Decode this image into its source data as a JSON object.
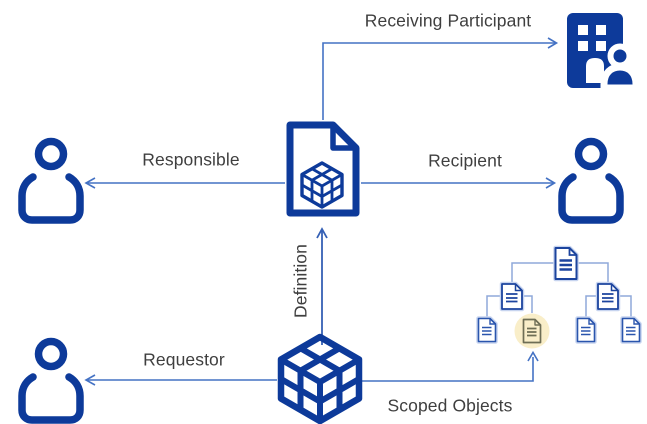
{
  "labels": {
    "receiving_participant": "Receiving Participant",
    "responsible": "Responsible",
    "recipient": "Recipient",
    "definition": "Definition",
    "requestor": "Requestor",
    "scoped_objects": "Scoped Objects"
  },
  "nodes": {
    "definition_document": {
      "icon": "document-cube-icon",
      "description": "document with 3D cube"
    },
    "scope_cube": {
      "icon": "cube-icon",
      "description": "3D rubik-style cube"
    },
    "responsible_person": {
      "icon": "person-icon"
    },
    "recipient_person": {
      "icon": "person-icon"
    },
    "requestor_person": {
      "icon": "person-icon"
    },
    "receiving_participant_org": {
      "icon": "organization-building-icon",
      "description": "building with person"
    },
    "scoped_objects_tree": {
      "icon": "document-hierarchy-icon",
      "levels": 3,
      "root_documents": 1,
      "mid_documents": 2,
      "leaf_documents": 4,
      "highlighted_leaf_index": 2
    }
  },
  "colors": {
    "icon_navy": "#0d3a9a",
    "arrow_blue": "#4472c4",
    "definition_arrow": "#3560b5",
    "connector_blue": "#8fa9da",
    "tree_doc_dark": "#1c449e",
    "leaf_doc_dark": "#2a55ad",
    "tree_doc_glow": "#c7d4ef",
    "highlight_circle": "#f9eec9",
    "highlight_doc_stroke": "#6e6e55",
    "label_gray": "#3f3f3f",
    "background": "#ffffff"
  }
}
